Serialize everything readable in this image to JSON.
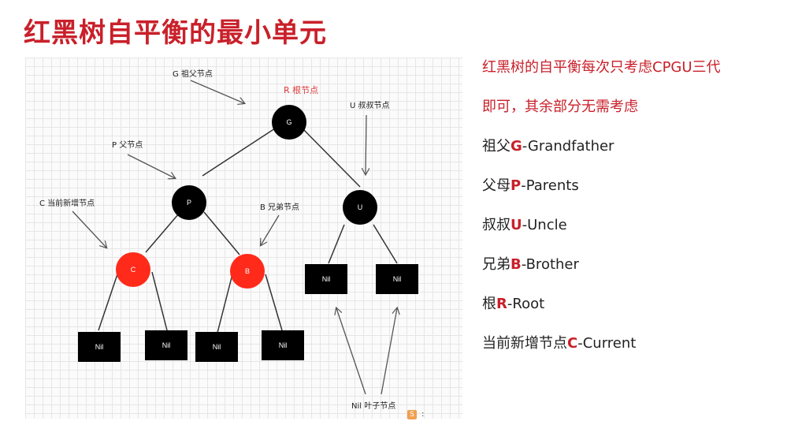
{
  "title": "红黑树自平衡的最小单元",
  "diagram": {
    "nodes": {
      "G": "G",
      "P": "P",
      "U": "U",
      "C": "C",
      "B": "B",
      "nil": "Nil"
    },
    "annotations": {
      "grandfather": "G 祖父节点",
      "root": "R 根节点",
      "uncle": "U 叔叔节点",
      "parent": "P 父节点",
      "current": "C 当前新增节点",
      "brother": "B 兄弟节点",
      "leaf": "Nil 叶子节点"
    },
    "colors": {
      "black_node": "#000000",
      "red_node": "#ff2a1a",
      "arrow": "#555555"
    }
  },
  "legend": {
    "intro_line1": "红黑树的自平衡每次只考虑CPGU三代",
    "intro_line2": "即可，其余部分无需考虑",
    "items": [
      {
        "prefix": "祖父",
        "key": "G",
        "suffix": "-Grandfather"
      },
      {
        "prefix": "父母",
        "key": "P",
        "suffix": "-Parents"
      },
      {
        "prefix": "叔叔",
        "key": "U",
        "suffix": "-Uncle"
      },
      {
        "prefix": "兄弟",
        "key": "B",
        "suffix": "-Brother"
      },
      {
        "prefix": "根",
        "key": "R",
        "suffix": "-Root"
      },
      {
        "prefix": "当前新增节点",
        "key": "C",
        "suffix": "-Current"
      }
    ]
  },
  "watermark": {
    "icon": "S",
    "text": ":"
  }
}
